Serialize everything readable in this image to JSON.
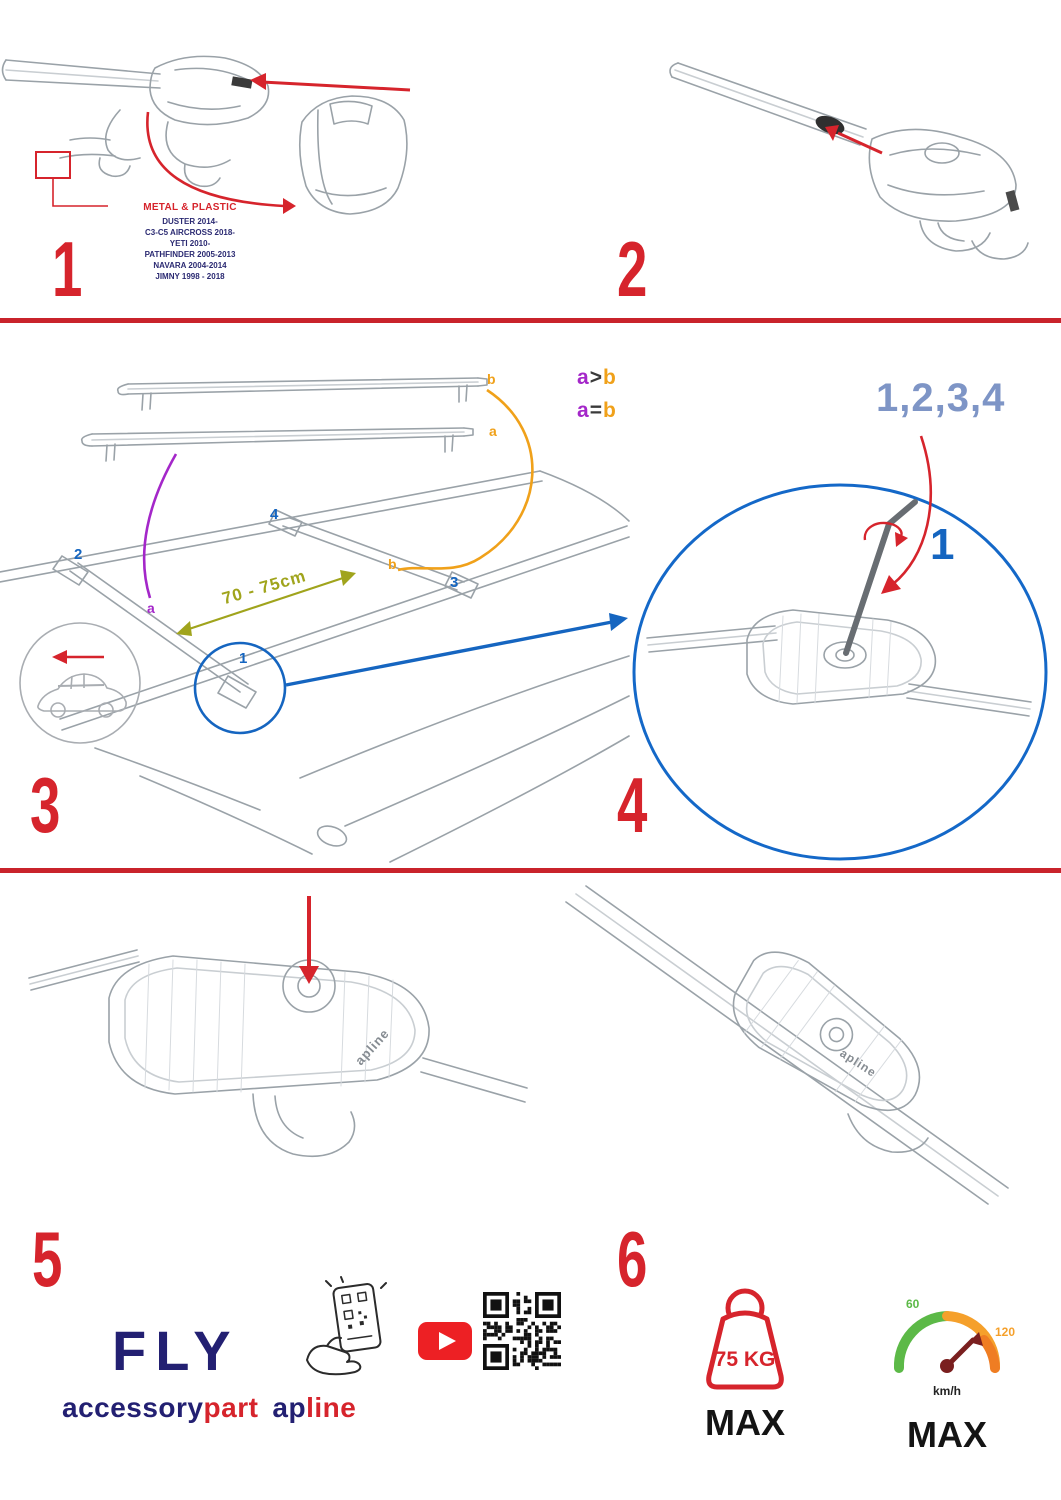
{
  "colors": {
    "accent_red": "#d6242c",
    "navy": "#232072",
    "blue": "#1565c0",
    "orange": "#f0a11a",
    "purple": "#a427c9",
    "olive": "#a0a41c",
    "green": "#5cb947",
    "speed_orange": "#f5a02b"
  },
  "step1": {
    "number": "1",
    "material_label": "METAL & PLASTIC",
    "models": [
      "DUSTER 2014-",
      "C3-C5 AIRCROSS 2018-",
      "YETI 2010-",
      "PATHFINDER 2005-2013",
      "NAVARA 2004-2014",
      "JIMNY 1998 - 2018"
    ]
  },
  "step2": {
    "number": "2"
  },
  "step3": {
    "number": "3",
    "bar_label_b": "b",
    "bar_label_a": "a",
    "compare_gt": {
      "a": "a",
      "op": ">",
      "b": "b"
    },
    "compare_eq": {
      "a": "a",
      "op": "=",
      "b": "b"
    },
    "distance": "70 - 75cm",
    "pos_1": "1",
    "pos_2": "2",
    "pos_3": "3",
    "pos_4": "4",
    "roof_a": "a",
    "roof_b": "b"
  },
  "step4": {
    "number": "4",
    "sequence": "1,2,3,4",
    "first": "1"
  },
  "step5": {
    "number": "5",
    "product_logo": "apline"
  },
  "step6": {
    "number": "6",
    "product_logo": "apline"
  },
  "branding": {
    "model_name": "FLY",
    "brand_left": "accessory",
    "brand_left_accent": "part",
    "brand_right": "ap",
    "brand_right_accent": "line"
  },
  "limits": {
    "weight_value": "75 KG",
    "weight_max": "MAX",
    "speed_low": "60",
    "speed_high": "120",
    "speed_unit": "km/h",
    "speed_max": "MAX"
  }
}
